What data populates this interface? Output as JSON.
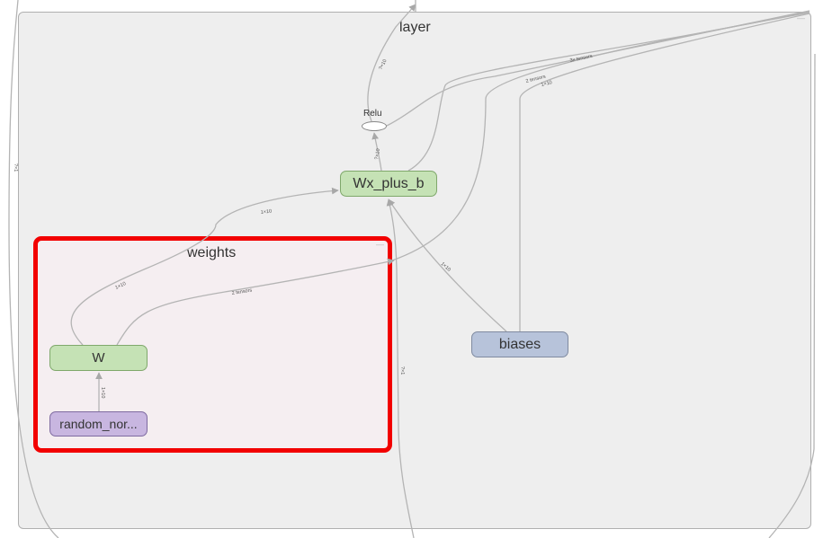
{
  "groups": {
    "layer": {
      "label": "layer"
    },
    "weights": {
      "label": "weights"
    }
  },
  "nodes": {
    "relu": {
      "label": "Relu"
    },
    "wx_plus_b": {
      "label": "Wx_plus_b"
    },
    "w": {
      "label": "W"
    },
    "random_normal": {
      "label": "random_nor..."
    },
    "biases": {
      "label": "biases"
    }
  },
  "edge_labels": {
    "layer_out": "?×10",
    "relu_in": "?×10",
    "w_to_wx": "1×10",
    "w_up": "1×10",
    "w_two": "2 tensors",
    "bias_to_wx": "1×10",
    "rand_to_w": "1×10",
    "right_a": "2 tensors",
    "right_b": "1×10",
    "right_c": "3x tensors",
    "left_margin": "?×1",
    "input": "?×1"
  },
  "colors": {
    "highlight": "#f20000",
    "op_node": "#c5e2b5",
    "variable_node": "#b7c3da",
    "initializer_node": "#c8b6e0",
    "edge": "#b4b4b4"
  }
}
